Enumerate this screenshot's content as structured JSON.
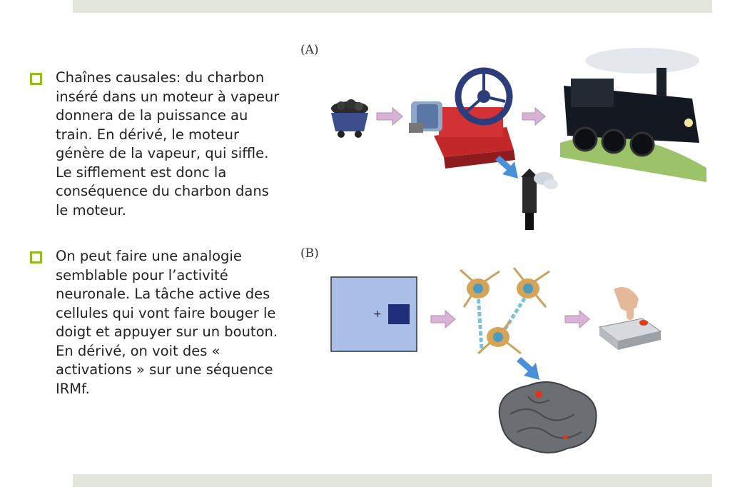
{
  "bullets": [
    {
      "text": "Chaînes causales: du charbon inséré dans un moteur à vapeur donnera de la puissance au train. En dérivé, le moteur génère de la vapeur, qui siffle. Le sifflement est donc la conséquence du charbon dans le moteur."
    },
    {
      "text": "On peut faire une analogie semblable pour l’activité neuronale. La tâche active des cellules qui vont faire bouger le doigt et appuyer sur un bouton. En dérivé, on voit des « activations » sur une séquence IRMf."
    }
  ],
  "figure": {
    "panel_a_label": "(A)",
    "panel_b_label": "(B)",
    "fixation_symbol": "+"
  },
  "colors": {
    "accent": "#8fbc1e",
    "arrow_pink": "#d9b3d6",
    "arrow_blue": "#4a90d9",
    "stimulus_bg": "#a9bfe8",
    "stimulus_square": "#1f2f7a"
  }
}
